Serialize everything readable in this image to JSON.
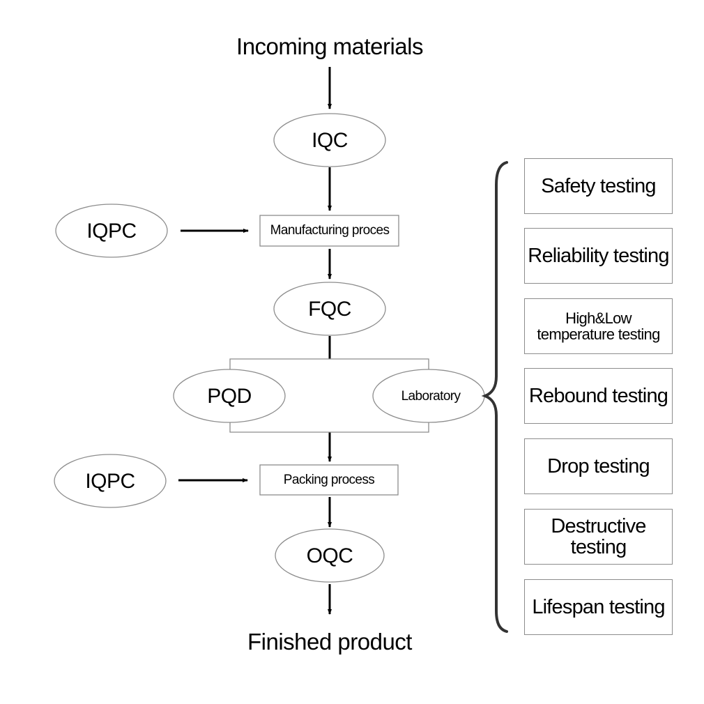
{
  "diagram": {
    "title_top": "Incoming materials",
    "title_bottom": "Finished product",
    "nodes": {
      "iqc": "IQC",
      "iqpc_top": "IQPC",
      "manufacturing": "Manufacturing proces",
      "fqc": "FQC",
      "pqd": "PQD",
      "laboratory": "Laboratory",
      "iqpc_bottom": "IQPC",
      "packing": "Packing process",
      "oqc": "OQC"
    },
    "tests": [
      {
        "label": "Safety testing"
      },
      {
        "label": "Reliability testing"
      },
      {
        "label": "High&Low\ntemperature testing"
      },
      {
        "label": "Rebound testing"
      },
      {
        "label": "Drop testing"
      },
      {
        "label": "Destructive testing"
      },
      {
        "label": "Lifespan testing"
      }
    ],
    "colors": {
      "line": "#000000",
      "shape_border": "#8c8c8c",
      "brace": "#333333",
      "background": "#ffffff"
    }
  }
}
